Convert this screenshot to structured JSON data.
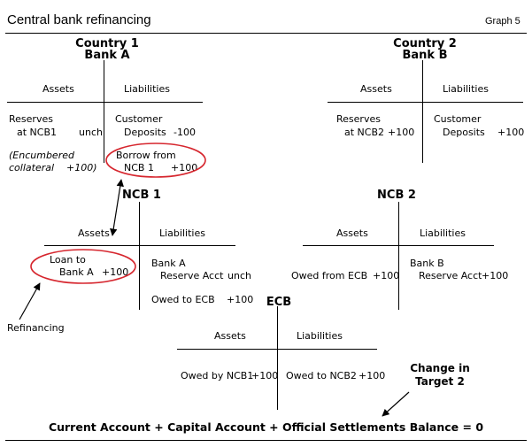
{
  "header": {
    "title": "Central bank refinancing",
    "graph_label": "Graph 5"
  },
  "bank_a": {
    "country": "Country 1",
    "name": "Bank A",
    "assets_label": "Assets",
    "liabilities_label": "Liabilities",
    "reserves_line1": "Reserves",
    "reserves_line2": "at NCB1",
    "reserves_value": "unch",
    "deposits_line1": "Customer",
    "deposits_line2": "Deposits",
    "deposits_value": "-100",
    "collateral_line1": "(Encumbered",
    "collateral_line2": "collateral",
    "collateral_value": "+100)",
    "borrow_line1": "Borrow from",
    "borrow_line2": "NCB 1",
    "borrow_value": "+100"
  },
  "bank_b": {
    "country": "Country 2",
    "name": "Bank B",
    "assets_label": "Assets",
    "liabilities_label": "Liabilities",
    "reserves_line1": "Reserves",
    "reserves_line2": "at NCB2",
    "reserves_value": "+100",
    "deposits_line1": "Customer",
    "deposits_line2": "Deposits",
    "deposits_value": "+100"
  },
  "ncb1": {
    "name": "NCB 1",
    "assets_label": "Assets",
    "liabilities_label": "Liabilities",
    "loan_line1": "Loan to",
    "loan_line2": "Bank A",
    "loan_value": "+100",
    "bank_line1": "Bank A",
    "bank_line2": "Reserve Acct",
    "bank_value": "unch",
    "owed_label": "Owed to ECB",
    "owed_value": "+100"
  },
  "ncb2": {
    "name": "NCB 2",
    "assets_label": "Assets",
    "liabilities_label": "Liabilities",
    "owed_label": "Owed from ECB",
    "owed_value": "+100",
    "bank_line1": "Bank B",
    "bank_line2": "Reserve Acct",
    "bank_value": "+100"
  },
  "ecb": {
    "name": "ECB",
    "assets_label": "Assets",
    "liabilities_label": "Liabilities",
    "owed_by_label": "Owed by NCB1",
    "owed_by_value": "+100",
    "owed_to_label": "Owed to NCB2",
    "owed_to_value": "+100"
  },
  "annotations": {
    "refinancing": "Refinancing",
    "target2_line1": "Change in",
    "target2_line2": "Target 2"
  },
  "footer": {
    "equation": "Current Account + Capital Account + Official Settlements Balance = 0"
  },
  "colors": {
    "highlight": "#d6262e",
    "line": "#000000"
  }
}
